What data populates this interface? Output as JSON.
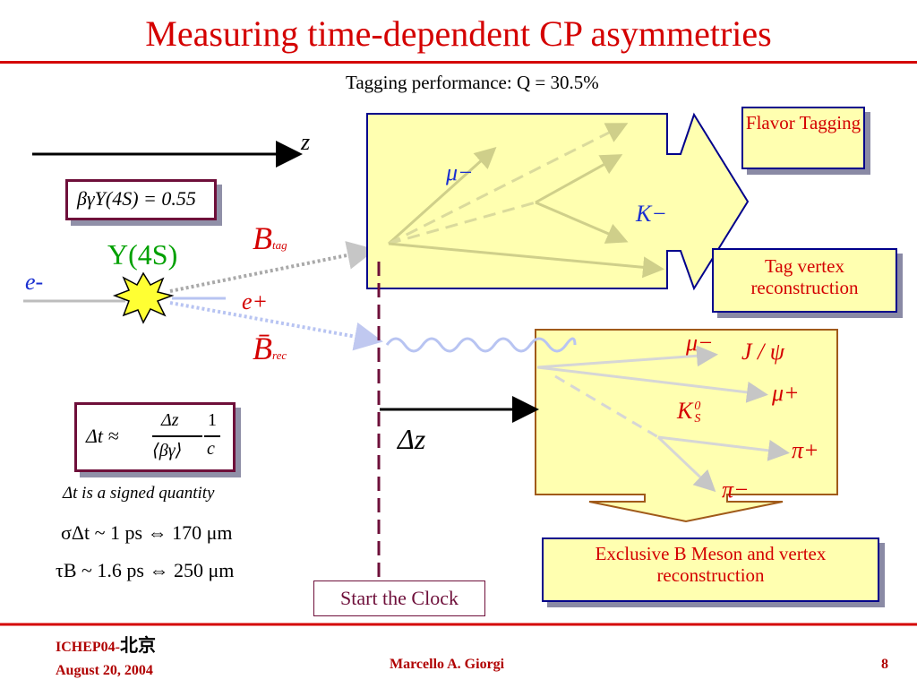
{
  "slide": {
    "title": "Measuring time-dependent CP asymmetries",
    "subtitle": "Tagging performance: Q = 30.5%",
    "axis_label": "z",
    "boost_formula": "βγΥ(4S) = 0.55",
    "upsilon_label": "Υ(4S)",
    "electron_label": "e-",
    "positron_label": "e+",
    "btag_label": "B",
    "btag_sub": "tag",
    "brec_label": "B̄",
    "brec_sub": "rec",
    "flavor_tag": {
      "mu_label": "μ−",
      "k_label": "K−"
    },
    "rec_side": {
      "mu_minus": "μ−",
      "jpsi": "J / ψ",
      "mu_plus": "μ+",
      "ks": "K",
      "ks_sup": "0",
      "ks_sub": "S",
      "pi_plus": "π+",
      "pi_minus": "π−"
    },
    "delta_z_label": "Δz",
    "dt_formula": {
      "lhs": "Δt ≈",
      "num": "Δz",
      "den": "⟨βγ⟩",
      "num2": "1",
      "den2": "c"
    },
    "dt_note": "Δt is a signed quantity",
    "sigma_line": "σΔt ~ 1 ps ⇔ 170 μm",
    "tau_line": "τB ~ 1.6 ps ⇔ 250 μm",
    "box_flavor": "Flavor Tagging",
    "box_tag_vertex": "Tag vertex reconstruction",
    "box_exclusive": "Exclusive B Meson and vertex reconstruction",
    "box_clock": "Start the Clock"
  },
  "footer": {
    "conf": "ICHEP04-",
    "conf_logo": "北京",
    "date": "August 20, 2004",
    "author": "Marcello A. Giorgi",
    "page": "8"
  },
  "colors": {
    "title": "#d40000",
    "box_fill": "#ffffb0",
    "box_border": "#00008b",
    "formula_border": "#6e0f3a",
    "accent_blue": "#1a2fd0"
  }
}
